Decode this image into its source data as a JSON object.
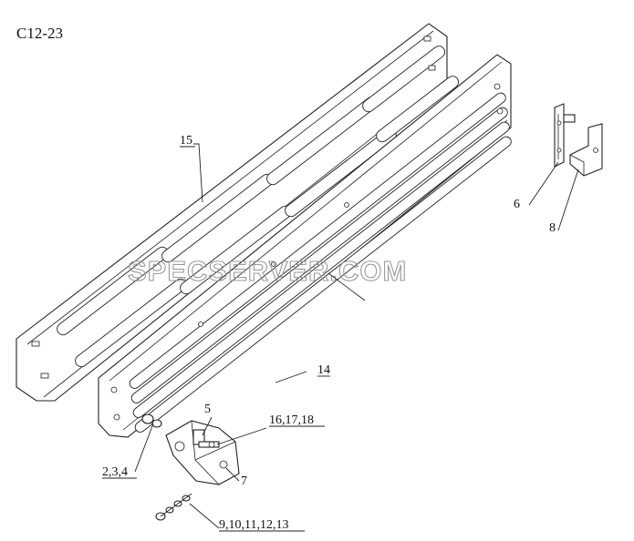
{
  "diagram": {
    "title": "C12-23",
    "watermark": "SPECSERVER.COM",
    "labels": {
      "l15": "15",
      "l6": "6",
      "l8": "8",
      "l14": "14",
      "l5": "5",
      "l161718": "16,17,18",
      "l234": "2,3,4",
      "l7": "7",
      "l910": "9,10,11,12,13"
    }
  }
}
